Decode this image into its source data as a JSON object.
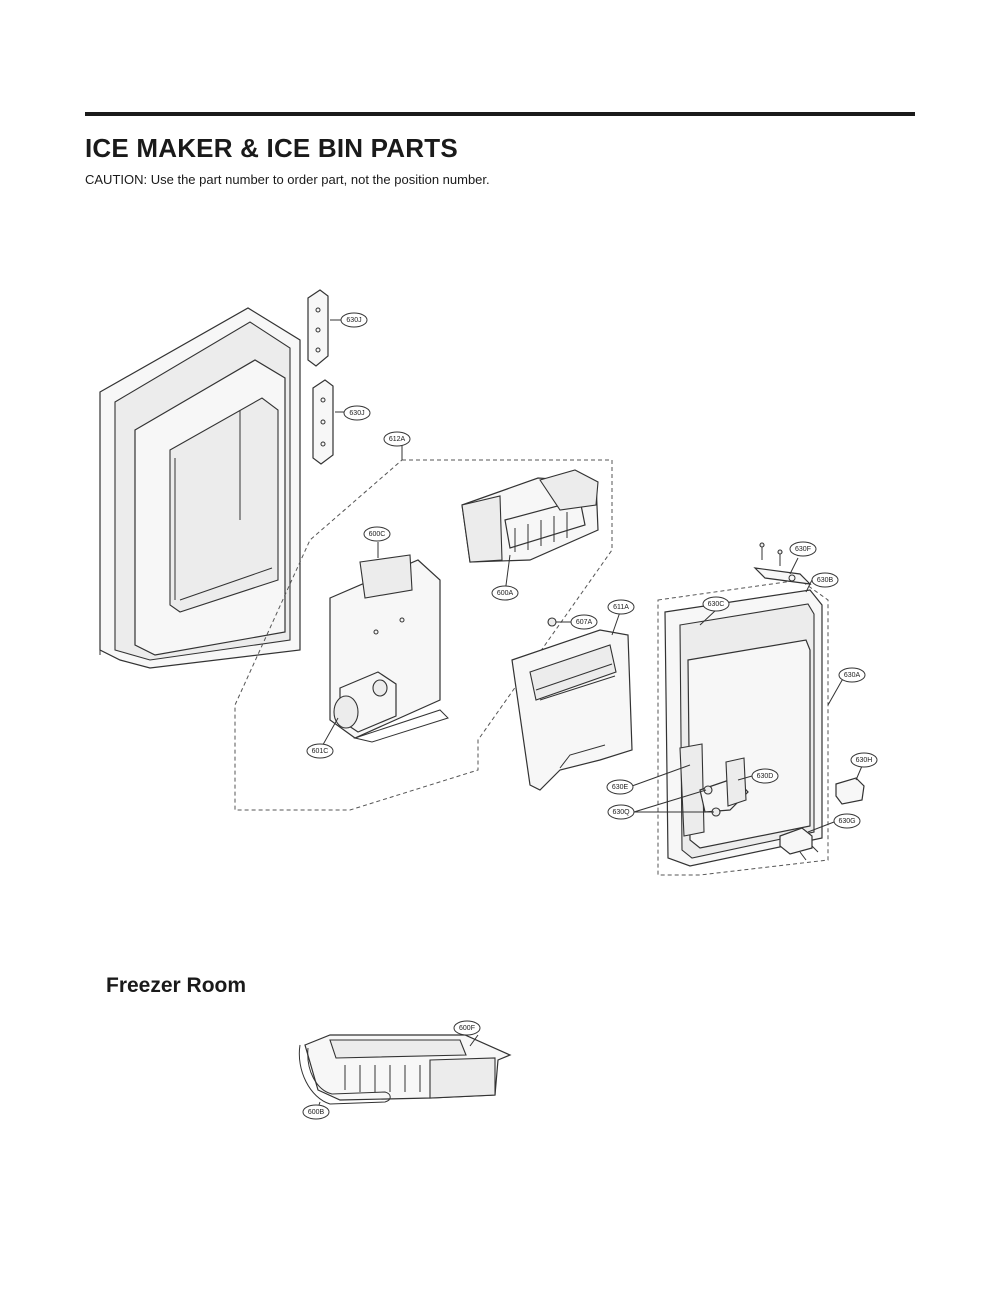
{
  "header": {
    "title": "ICE MAKER & ICE BIN PARTS",
    "caution": "CAUTION: Use the part number to order part, not the position number."
  },
  "sections": {
    "freezer_room": "Freezer Room"
  },
  "callouts": {
    "c630J_top": "630J",
    "c630J_bottom": "630J",
    "c612A": "612A",
    "c600C": "600C",
    "c600A": "600A",
    "c601C": "601C",
    "c607A": "607A",
    "c611A": "611A",
    "c630F": "630F",
    "c630B": "630B",
    "c630C": "630C",
    "c630A": "630A",
    "c630H": "630H",
    "c630E": "630E",
    "c630D": "630D",
    "c630Q": "630Q",
    "c630G": "630G",
    "c600F": "600F",
    "c600B": "600B"
  }
}
